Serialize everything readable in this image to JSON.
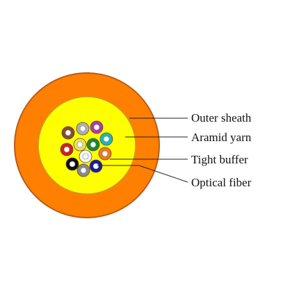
{
  "diagram": {
    "colors": {
      "outer_sheath": "#ff7f00",
      "outer_sheath_edge": "#b85c1c",
      "aramid_yarn": "#ffff00",
      "aramid_yarn_edge": "#c89a2a",
      "tight_buffer_ring": "#ffffff",
      "label_line": "#222222"
    },
    "labels": {
      "outer_sheath": "Outer sheath",
      "aramid_yarn": "Aramid yarn",
      "tight_buffer": "Tight buffer",
      "optical_fiber": "Optical fiber"
    },
    "fibers": [
      {
        "color": "#8b4a2b"
      },
      {
        "color": "#b0b0b0"
      },
      {
        "color": "#b03aa8"
      },
      {
        "color": "#1ab8c0"
      },
      {
        "color": "#f07a1a"
      },
      {
        "color": "#1a8a2a"
      },
      {
        "color": "#e8e060"
      },
      {
        "color": "#d02020"
      },
      {
        "color": "#101010"
      },
      {
        "color": "#f4f4f4"
      },
      {
        "color": "#8a8a8a"
      },
      {
        "color": "#1a1aa8"
      }
    ]
  }
}
